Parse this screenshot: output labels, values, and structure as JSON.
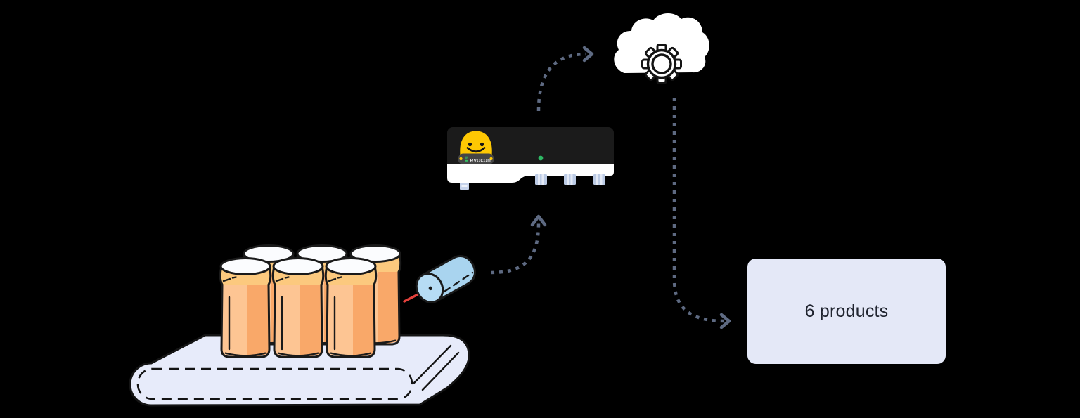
{
  "canvas": {
    "background": "#000000"
  },
  "flow": {
    "arrow_color": "#5e6a82",
    "arrows": [
      {
        "id": "sensor-to-device"
      },
      {
        "id": "device-to-cloud"
      },
      {
        "id": "cloud-to-output"
      }
    ]
  },
  "conveyor": {
    "fill": "#e7ebfa",
    "outline": "#141414"
  },
  "cans": {
    "count": 6,
    "rows": 2,
    "per_row": 3,
    "body_light": "#fdc593",
    "body_dark": "#f9a869",
    "shoulder": "#fcc97e",
    "lid": "#fbfcfe"
  },
  "sensor": {
    "body_fill": "#a9d4ef",
    "face_fill": "#b6dcf4",
    "laser_color": "#e2413c"
  },
  "device": {
    "brand_label": "evocon",
    "body_fill": "#1b1b1b",
    "panel_fill": "#ffffff",
    "mascot_fill": "#fec803",
    "mascot_base_fill": "#454545",
    "led_color": "#2eb864",
    "port_fill": "#bccbe5"
  },
  "cloud": {
    "fill": "#ffffff",
    "gear_outline": "#141414"
  },
  "output_box": {
    "label": "6 products",
    "fill": "#e4e8f7",
    "text_color": "#20242f"
  }
}
